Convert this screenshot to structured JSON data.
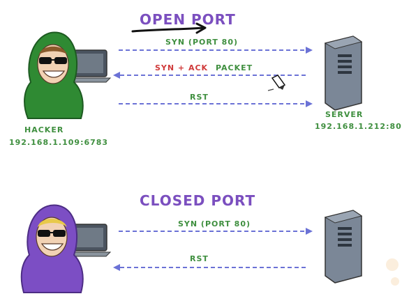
{
  "colors": {
    "title": "#7b4fbf",
    "arrow": "#6b72d6",
    "label_green": "#3f8f3f",
    "label_red": "#d03a3a",
    "green_hood": "#2f8a33",
    "purple_hood": "#7c4ec4",
    "server": "#7b8797"
  },
  "open_section": {
    "title": "OPEN PORT",
    "arrow1": "SYN (PORT 80)",
    "arrow2_part1": "SYN + ACK",
    "arrow2_part2": "PACKET",
    "arrow3": "RST"
  },
  "closed_section": {
    "title": "CLOSED PORT",
    "arrow1": "SYN (PORT 80)",
    "arrow2": "RST"
  },
  "hacker": {
    "label": "HACKER",
    "address": "192.168.1.109:6783"
  },
  "server": {
    "label": "SERVER",
    "address": "192.168.1.212:80"
  },
  "icons": [
    "hacker-green-icon",
    "laptop-icon",
    "server-icon",
    "hacker-purple-icon",
    "pencil-cursor-icon"
  ]
}
